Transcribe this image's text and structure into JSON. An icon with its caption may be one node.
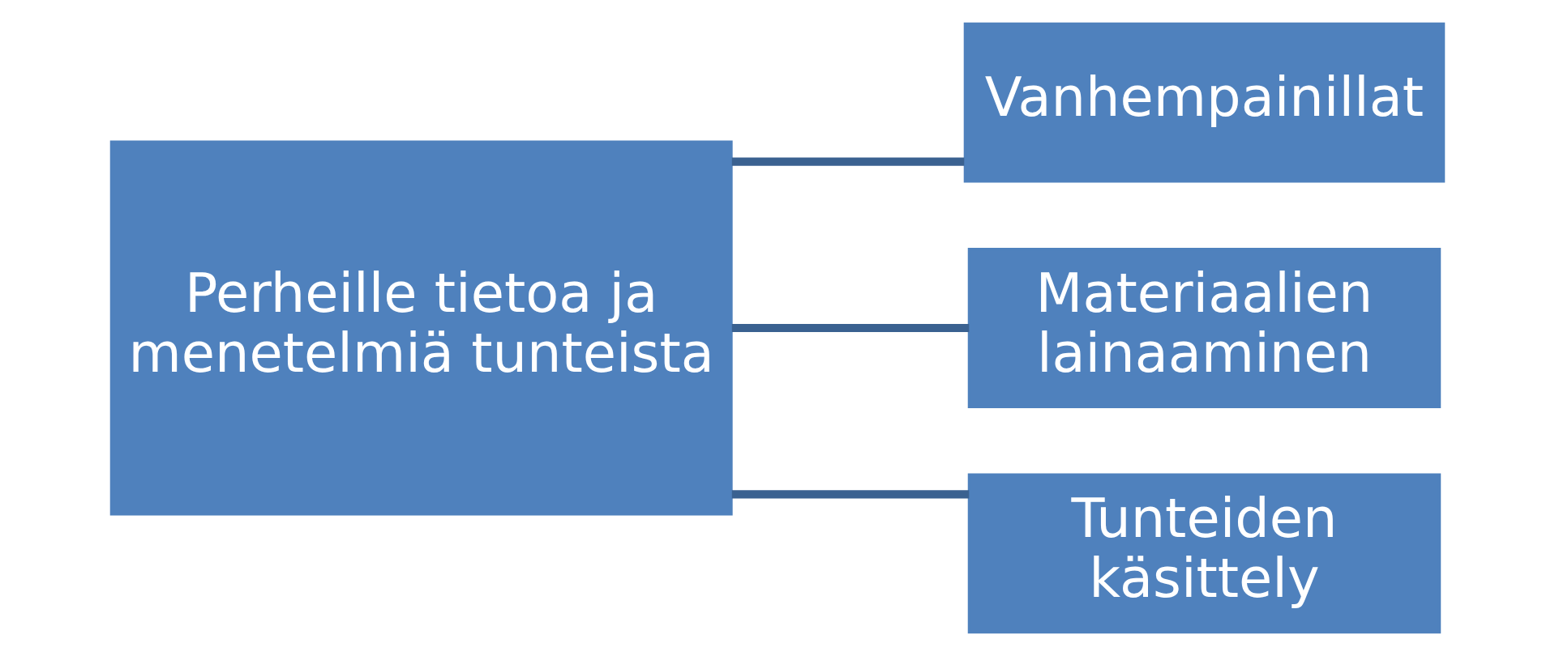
{
  "diagram": {
    "nodes": [
      {
        "text": [
          "Perheille tietoa ja menetelmiä tunteista"
        ]
      },
      {
        "text": [
          "Vanhempainillat"
        ]
      },
      {
        "text": [
          "Materiaalien lainaaminen"
        ]
      },
      {
        "text": [
          "Tunteiden käsittely"
        ]
      }
    ],
    "edges": [
      {
        "from": 0,
        "to": 1,
        "arrow": "none"
      },
      {
        "from": 0,
        "to": 2,
        "arrow": "none"
      },
      {
        "from": 0,
        "to": 3,
        "arrow": "none"
      }
    ]
  }
}
